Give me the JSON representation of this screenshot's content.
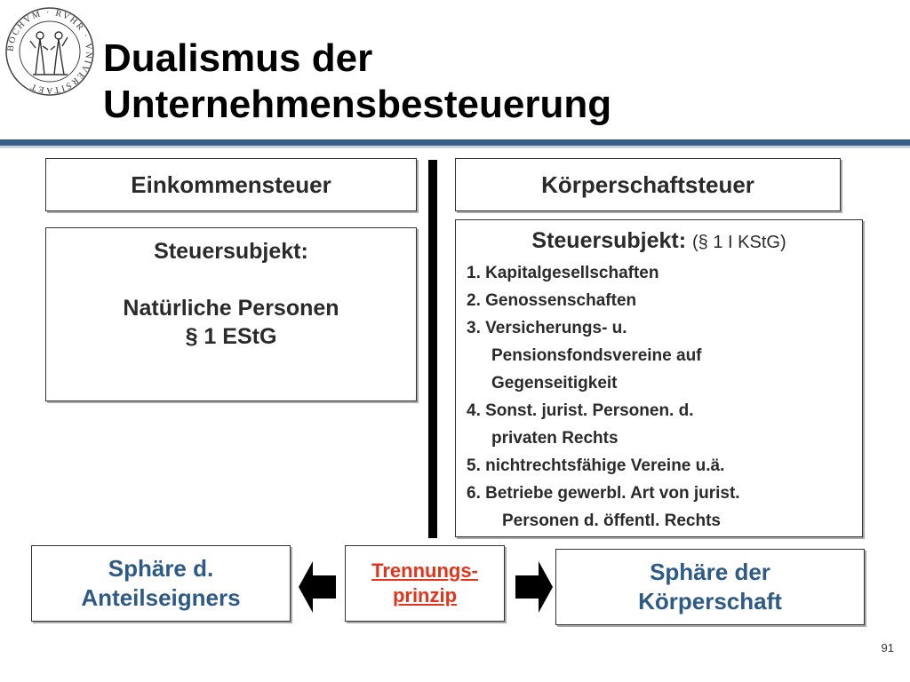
{
  "seal": {
    "text": "BOCHVM · RVHR · VNIVERSITAET"
  },
  "title": {
    "line1": "Dualismus der",
    "line2": "Unternehmensbesteuerung"
  },
  "left": {
    "header": "Einkommensteuer",
    "subject_label": "Steuersubjekt:",
    "subject_value": "Natürliche Personen",
    "subject_ref": "§ 1 EStG"
  },
  "right": {
    "header": "Körperschaftsteuer",
    "subject_label": "Steuersubjekt:",
    "subject_ref": "(§ 1 I KStG)",
    "items": [
      "1. Kapitalgesellschaften",
      "2. Genossenschaften",
      "3. Versicherungs- u.",
      "Pensionsfondsvereine auf",
      "Gegenseitigkeit",
      "4. Sonst. jurist. Personen. d.",
      "privaten Rechts",
      "5. nichtrechtsfähige Vereine u.ä.",
      "6. Betriebe gewerbl. Art von jurist.",
      "Personen d. öffentl. Rechts"
    ]
  },
  "bottom": {
    "left_sphere_line1": "Sphäre d.",
    "left_sphere_line2": "Anteilseigners",
    "center_line1": "Trennungs-",
    "center_line2": "prinzip",
    "right_sphere_line1": "Sphäre der",
    "right_sphere_line2": "Körperschaft"
  },
  "page_number": "91",
  "colors": {
    "accent_blue": "#2e5a86",
    "rule_blue": "#3a5f86",
    "red": "#e2341a",
    "text_dark": "#2a2a2a"
  }
}
